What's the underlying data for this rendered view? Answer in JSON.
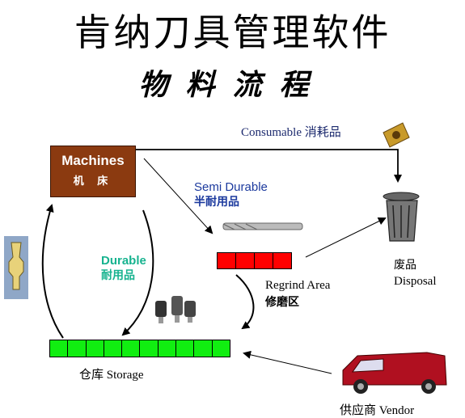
{
  "title": "肯纳刀具管理软件",
  "subtitle": "物料流程",
  "nodes": {
    "machines": {
      "label_en": "Machines",
      "label_zh": "机 床"
    },
    "consumable": {
      "label": "Consumable 消耗品"
    },
    "semi_durable": {
      "label_en": "Semi Durable",
      "label_zh": "半耐用品"
    },
    "durable": {
      "label_en": "Durable",
      "label_zh": "耐用品"
    },
    "regrind": {
      "label_en": "Regrind Area",
      "label_zh": "修磨区",
      "cell_count": 4
    },
    "disposal": {
      "label_zh": "废品",
      "label_en": "Disposal"
    },
    "storage": {
      "label": "仓库  Storage",
      "cell_count": 10
    },
    "vendor": {
      "label": "供应商  Vendor"
    }
  },
  "colors": {
    "machines_fill": "#8b3a10",
    "storage_fill": "#11ee11",
    "regrind_fill": "#ff0000",
    "consumable_text": "#1c2a6e",
    "semi_text": "#1c3a9e",
    "durable_text": "#17b38f",
    "vendor_truck": "#b01020"
  },
  "icons": [
    "insert-icon",
    "drill-icon",
    "trash-can-icon",
    "tool-holder-icon",
    "collets-icon",
    "van-icon"
  ]
}
